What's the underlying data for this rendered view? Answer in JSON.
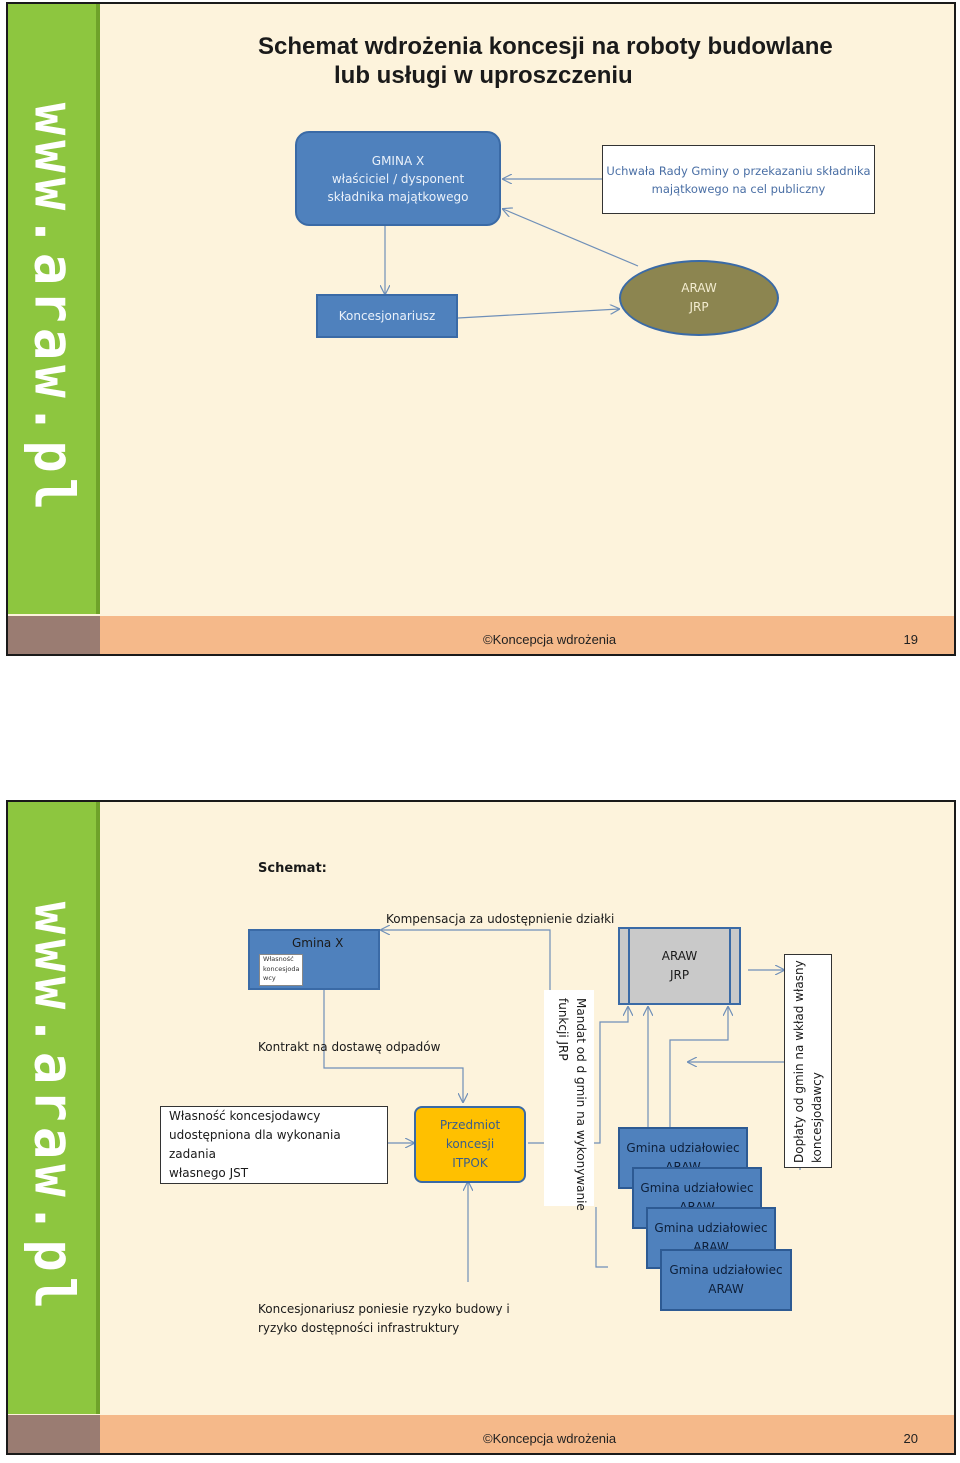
{
  "sidebar_url": "www.araw.pl",
  "footer": {
    "text": "©Koncepcja wdrożenia"
  },
  "slide1": {
    "page": "19",
    "title_line1": "Schemat wdrożenia koncesji na roboty budowlane",
    "title_line2": "lub usługi w uproszczeniu",
    "gmina": {
      "line1": "GMINA  X",
      "line2": "właściciel / dysponent",
      "line3": "składnika majątkowego"
    },
    "uchwala": {
      "line1": "Uchwała Rady Gminy o przekazaniu składnika",
      "line2": "majątkowego na cel publiczny"
    },
    "koncesjonariusz": "Koncesjonariusz",
    "araw": {
      "line1": "ARAW",
      "line2": "JRP"
    }
  },
  "slide2": {
    "page": "20",
    "schemat_label": "Schemat:",
    "gmina_x": "Gmina X",
    "gmina_inner": {
      "line1": "Własność",
      "line2": "koncesjoda",
      "line3": "wcy"
    },
    "kompensacja": "Kompensacja za udostępnienie działki",
    "araw": {
      "line1": "ARAW",
      "line2": "JRP"
    },
    "kontrakt": "Kontrakt na dostawę  odpadów",
    "wlasnosc": {
      "line1": "Własność koncesjodawcy",
      "line2": "udostępniona dla wykonania zadania",
      "line3": "własnego JST"
    },
    "przedmiot": {
      "line1": "Przedmiot",
      "line2": "koncesji",
      "line3": "ITPOK"
    },
    "mandat": {
      "line1": "Mandat od d gmin na wykonywanie",
      "line2": "funkcji    JRP"
    },
    "doplaty": {
      "line1": "Dopłaty od gmin na wkład własny",
      "line2": "koncesjodawcy"
    },
    "udzialowcy": [
      {
        "line1": "Gmina  udziałowiec",
        "line2": "ARAW"
      },
      {
        "line1": "Gmina  udziałowiec",
        "line2": "ARAW"
      },
      {
        "line1": "Gmina  udziałowiec",
        "line2": "ARAW"
      },
      {
        "line1": "Gmina  udziałowiec",
        "line2": "ARAW"
      }
    ],
    "ryzyko": {
      "line1": "Koncesjonariusz poniesie  ryzyko budowy i",
      "line2": "ryzyko dostępności infrastruktury"
    }
  },
  "colors": {
    "sidebar": "#8dc63f",
    "slide_bg": "#fdf3dc",
    "footer": "#f5b98a",
    "box_blue": "#4f81bd",
    "araw_olive": "#8c8550",
    "itpok_yellow": "#ffc000"
  }
}
